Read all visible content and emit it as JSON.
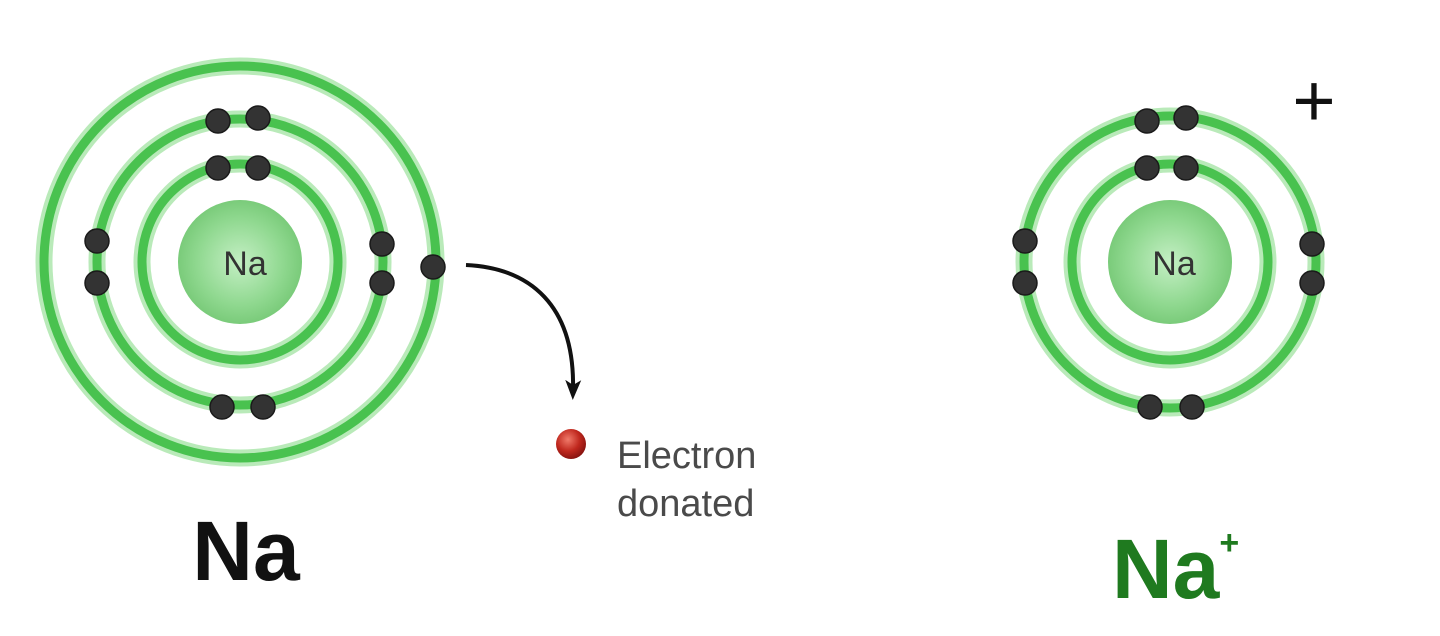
{
  "atom": {
    "nucleus_symbol": "Na",
    "label": "Na",
    "shells": [
      {
        "electrons": 2
      },
      {
        "electrons": 8
      },
      {
        "electrons": 1
      }
    ]
  },
  "ion": {
    "nucleus_symbol": "Na",
    "label_base": "Na",
    "label_superscript": "+",
    "charge_mark": "+",
    "shells": [
      {
        "electrons": 2
      },
      {
        "electrons": 8
      }
    ]
  },
  "donated": {
    "caption_line1": "Electron",
    "caption_line2": "donated"
  },
  "colors": {
    "shell": "#49c24f",
    "nucleus": "#8fd88f",
    "electron": "#333333",
    "donated_electron": "#c0281e",
    "ion_label": "#1f7a1f"
  }
}
